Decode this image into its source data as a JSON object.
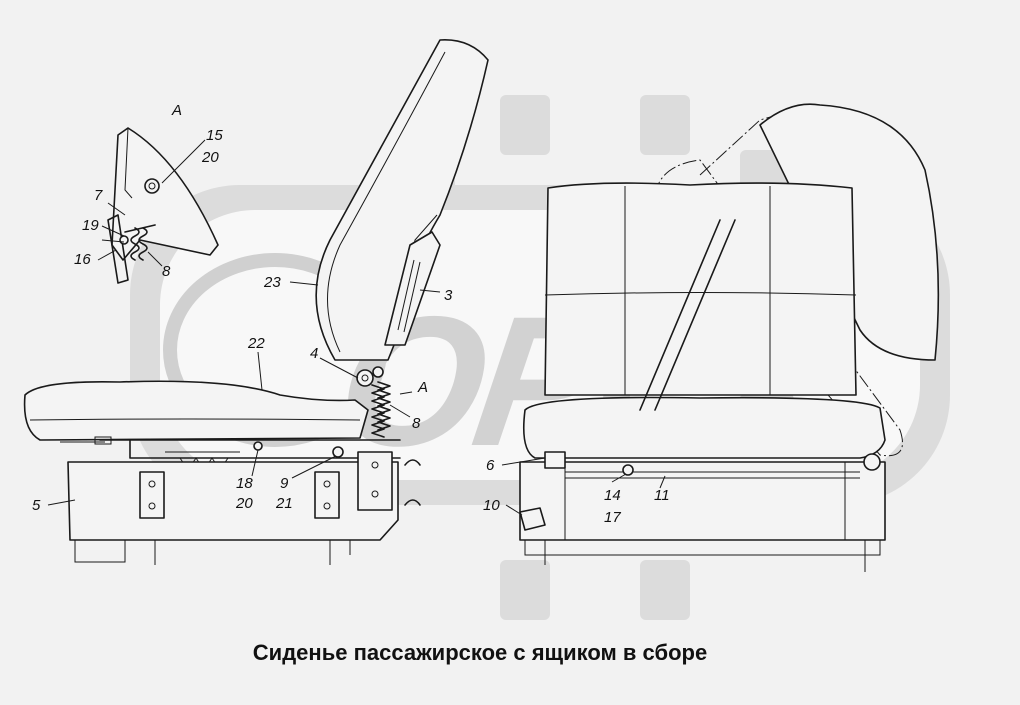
{
  "watermark": {
    "text": "OPEX"
  },
  "callouts": {
    "view_a_title": "A",
    "c15": "15",
    "c20_top": "20",
    "c7": "7",
    "c19": "19",
    "c16": "16",
    "c8_top": "8",
    "c23": "23",
    "c3": "3",
    "c22": "22",
    "c4": "4",
    "c_a_arrow": "A",
    "c8_mid": "8",
    "c18": "18",
    "c20_mid": "20",
    "c9": "9",
    "c21": "21",
    "c5": "5",
    "c6": "6",
    "c14": "14",
    "c17": "17",
    "c11": "11",
    "c10": "10"
  },
  "caption": "Сиденье пассажирское с ящиком в сборе",
  "colors": {
    "line": "#1a1a1a",
    "watermark": "#dcdcdc",
    "background": "#f2f2f2"
  }
}
